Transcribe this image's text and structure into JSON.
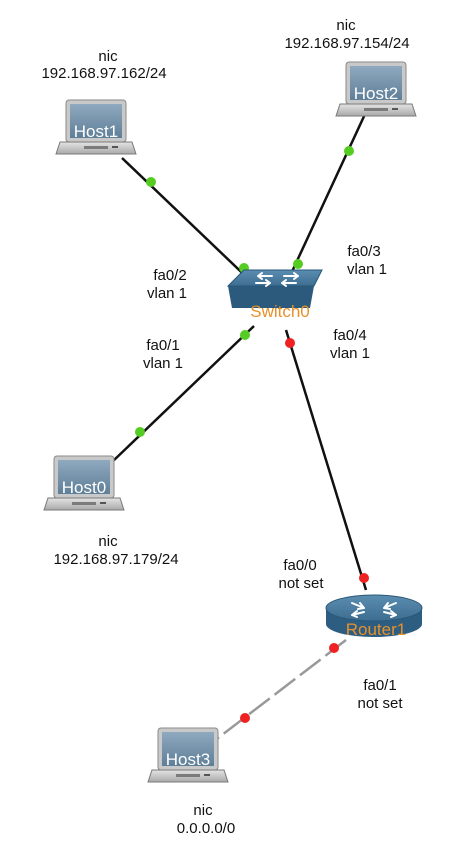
{
  "colors": {
    "link": "#111111",
    "link_dashed": "#999999",
    "port_up": "#55cc22",
    "port_down": "#ee2222",
    "device_name_network": "#e8902a",
    "device_name_host": "#ffffff",
    "screen_blue": "#6f8fa8",
    "device_body": "#3a6f92"
  },
  "devices": {
    "host1": {
      "name": "Host1",
      "iface": "nic",
      "ip": "192.168.97.162/24",
      "icon": "laptop-icon"
    },
    "host2": {
      "name": "Host2",
      "iface": "nic",
      "ip": "192.168.97.154/24",
      "icon": "laptop-icon"
    },
    "host0": {
      "name": "Host0",
      "iface": "nic",
      "ip": "192.168.97.179/24",
      "icon": "laptop-icon"
    },
    "host3": {
      "name": "Host3",
      "iface": "nic",
      "ip": "0.0.0.0/0",
      "icon": "laptop-icon"
    },
    "switch0": {
      "name": "Switch0",
      "icon": "switch-icon"
    },
    "router1": {
      "name": "Router1",
      "icon": "router-icon"
    }
  },
  "ports": {
    "sw_fa0_2": {
      "port": "fa0/2",
      "vlan": "vlan 1"
    },
    "sw_fa0_3": {
      "port": "fa0/3",
      "vlan": "vlan 1"
    },
    "sw_fa0_1": {
      "port": "fa0/1",
      "vlan": "vlan 1"
    },
    "sw_fa0_4": {
      "port": "fa0/4",
      "vlan": "vlan 1"
    },
    "r_fa0_0": {
      "port": "fa0/0",
      "status": "not set"
    },
    "r_fa0_1": {
      "port": "fa0/1",
      "status": "not set"
    }
  }
}
